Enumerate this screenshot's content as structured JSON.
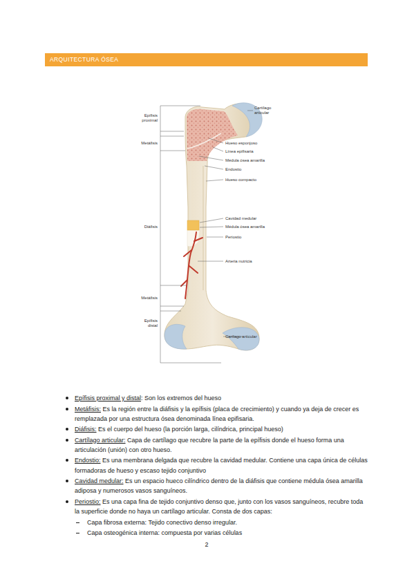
{
  "diagram": {
    "title": "ARQUITECTURA ÓSEA",
    "labels": [
      "Epífisis proximal",
      "Metáfisis",
      "Diáfisis",
      "Metáfisis",
      "Epífisis distal",
      "Cartílago articular",
      "Hueso esponjoso",
      "Línea epifisaria",
      "Médula ósea amarilla",
      "Endostio",
      "Hueso compacto",
      "Cavidad medular",
      "Médula ósea amarilla",
      "Periostio",
      "Arteria nutricia",
      "Carílago articular",
      "Epífisis proximal y distal",
      ": Son los extremos del hueso",
      "Metáfisis:",
      "Es la región entre la diáfisis y la epífisis (placa de crecimiento) y cuando ya deja de crecer es remplazada por una estructura ósea denominada línea epifisaria.",
      "Diáfisis:",
      "Es el cuerpo del hueso (la porción larga, cilíndrica, principal hueso)",
      "Cartílago articular:",
      "Capa de cartílago que recubre la parte de la epífisis donde el hueso forma una articulación (unión) con otro hueso.",
      "Endostio:",
      "Es una membrana delgada que recubre la cavidad medular. Contiene una capa única de células formadoras de hueso y escaso tejido conjuntivo",
      "Cavidad medular:",
      "Es un espacio hueco cilíndrico dentro de la diáfisis que contiene médula ósea amarilla adiposa y numerosos vasos sanguíneos.",
      "Periostio:",
      "Es una capa fina de tejido conjuntivo denso que, junto con los vasos sanguíneos, recubre toda la superficie donde no haya un cartílago articular. Consta de dos capas:",
      "Capa fibrosa externa: Tejido conectivo denso irregular.",
      "Capa osteogénica interna: compuesta por varias células",
      "2"
    ]
  }
}
